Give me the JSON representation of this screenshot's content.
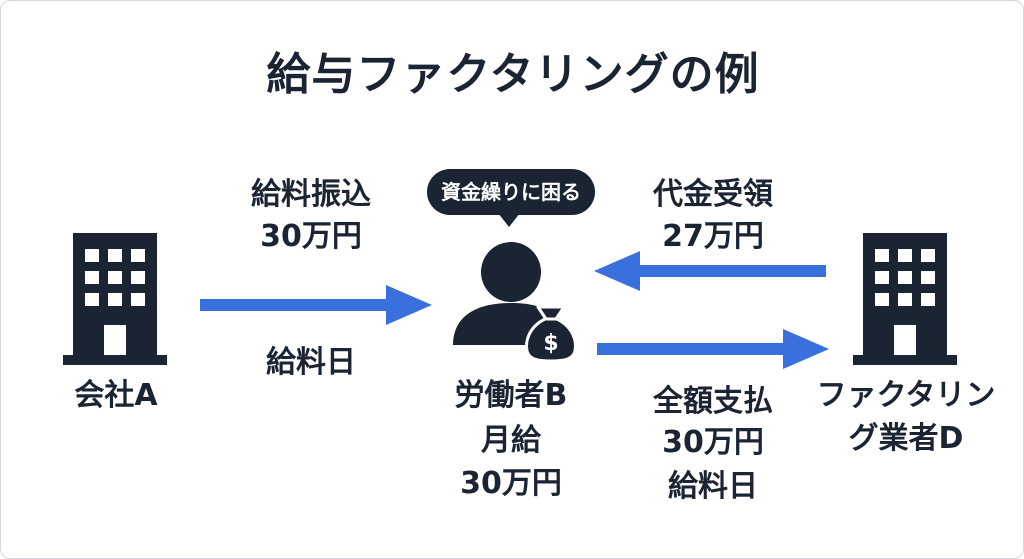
{
  "title": "給与ファクタリングの例",
  "nodes": {
    "company": {
      "label": "会社A",
      "icon": "building-icon"
    },
    "worker": {
      "label": "労働者B",
      "salary_label": "月給",
      "salary_amount": "30万円",
      "bubble": "資金繰りに困る",
      "icon": "person-icon",
      "badge_icon": "money-bag-icon",
      "badge_symbol": "$"
    },
    "factor": {
      "label_line1": "ファクタリン",
      "label_line2": "グ業者D",
      "icon": "building-icon"
    }
  },
  "flows": {
    "salary_transfer": {
      "label_line1": "給料振込",
      "label_line2": "30万円",
      "timing": "給料日",
      "direction": "company-to-worker"
    },
    "payment_received": {
      "label_line1": "代金受領",
      "label_line2": "27万円",
      "direction": "factor-to-worker"
    },
    "full_repayment": {
      "label_line1": "全額支払",
      "label_line2": "30万円",
      "timing": "給料日",
      "direction": "worker-to-factor"
    }
  },
  "colors": {
    "dark": "#1b2433",
    "arrow": "#3a6fde",
    "background": "#ffffff",
    "border": "#d4d8de"
  }
}
